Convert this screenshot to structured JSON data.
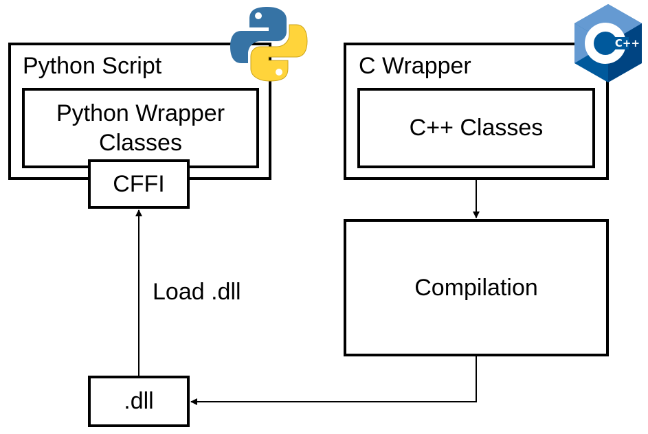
{
  "python_script": {
    "title": "Python Script"
  },
  "python_wrapper": {
    "label_line1": "Python Wrapper",
    "label_line2": "Classes"
  },
  "cffi": {
    "label": "CFFI"
  },
  "c_wrapper": {
    "title": "C Wrapper"
  },
  "cpp_classes": {
    "label": "C++ Classes"
  },
  "compilation": {
    "label": "Compilation"
  },
  "dll": {
    "label": ".dll"
  },
  "edge_load": {
    "label": "Load .dll"
  },
  "logos": {
    "python": {
      "icon": "python-logo-icon",
      "colors": [
        "#3673a5",
        "#ffd43b"
      ]
    },
    "cpp": {
      "icon": "cpp-logo-icon",
      "text": "C++",
      "colors": [
        "#659ad2",
        "#00599c",
        "#004482"
      ]
    }
  }
}
